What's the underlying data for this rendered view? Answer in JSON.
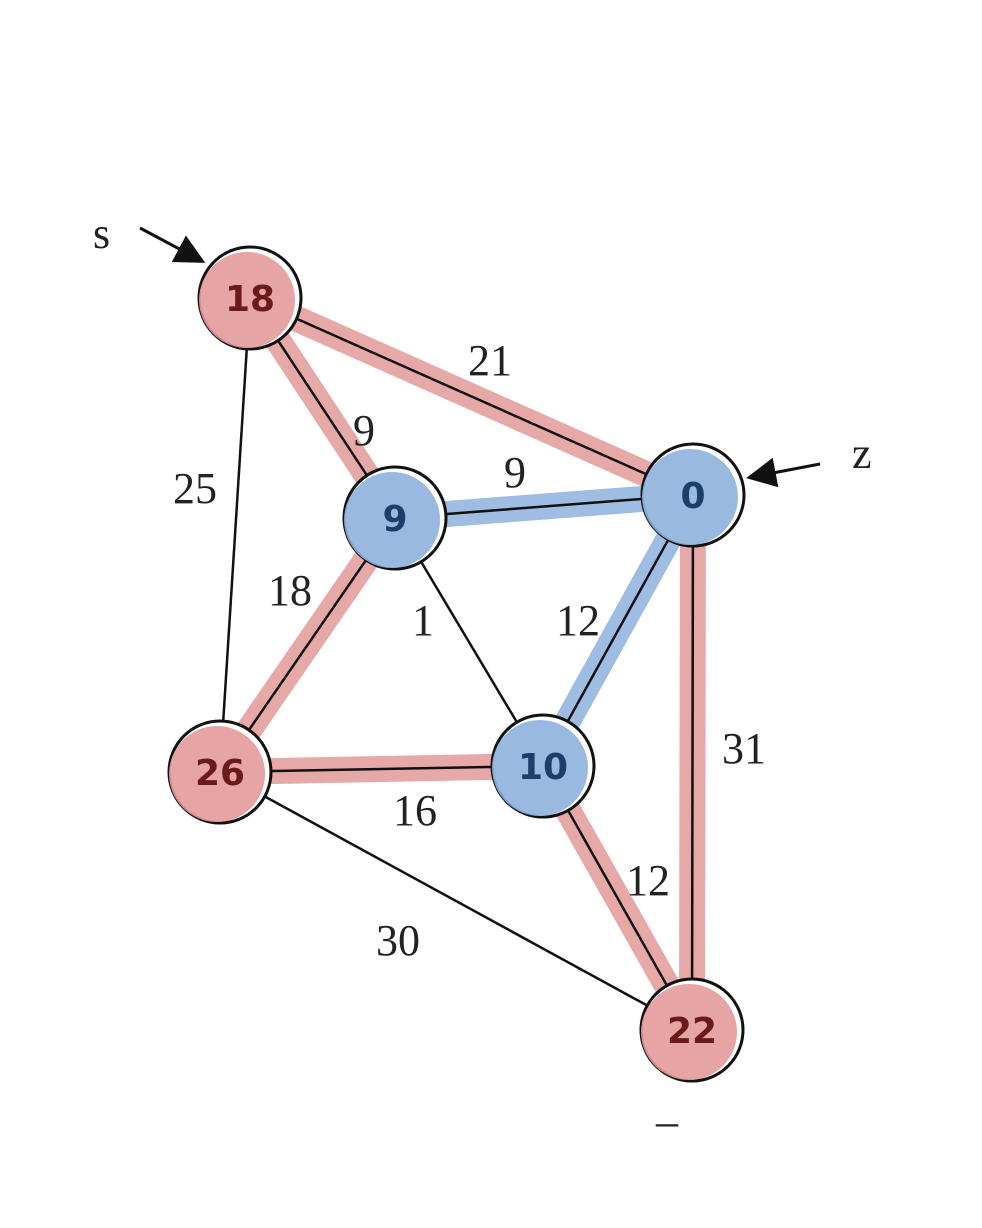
{
  "colors": {
    "red_highlight": "#e39a9a",
    "blue_highlight": "#8fb1de",
    "red_text": "#6b1a1a",
    "blue_text": "#1d3e6b",
    "edge": "#111111"
  },
  "pointers": [
    {
      "label": "s",
      "target": "a"
    },
    {
      "label": "z",
      "target": "b"
    }
  ],
  "nodes": [
    {
      "id": "a",
      "label": "18",
      "fill": "red"
    },
    {
      "id": "c",
      "label": "9",
      "fill": "blue"
    },
    {
      "id": "b",
      "label": "0",
      "fill": "blue"
    },
    {
      "id": "d",
      "label": "10",
      "fill": "blue"
    },
    {
      "id": "e",
      "label": "26",
      "fill": "red"
    },
    {
      "id": "f",
      "label": "22",
      "fill": "red"
    }
  ],
  "edges": [
    {
      "from": "a",
      "to": "b",
      "weight": "21",
      "highlight": "red"
    },
    {
      "from": "a",
      "to": "c",
      "weight": "9",
      "highlight": "red"
    },
    {
      "from": "a",
      "to": "e",
      "weight": "25",
      "highlight": "none"
    },
    {
      "from": "c",
      "to": "b",
      "weight": "9",
      "highlight": "blue"
    },
    {
      "from": "c",
      "to": "e",
      "weight": "18",
      "highlight": "red"
    },
    {
      "from": "c",
      "to": "d",
      "weight": "1",
      "highlight": "none"
    },
    {
      "from": "b",
      "to": "d",
      "weight": "12",
      "highlight": "blue"
    },
    {
      "from": "b",
      "to": "f",
      "weight": "31",
      "highlight": "red"
    },
    {
      "from": "e",
      "to": "d",
      "weight": "16",
      "highlight": "red"
    },
    {
      "from": "d",
      "to": "f",
      "weight": "12",
      "highlight": "red"
    },
    {
      "from": "e",
      "to": "f",
      "weight": "30",
      "highlight": "none"
    }
  ],
  "footnote_mark": "–"
}
